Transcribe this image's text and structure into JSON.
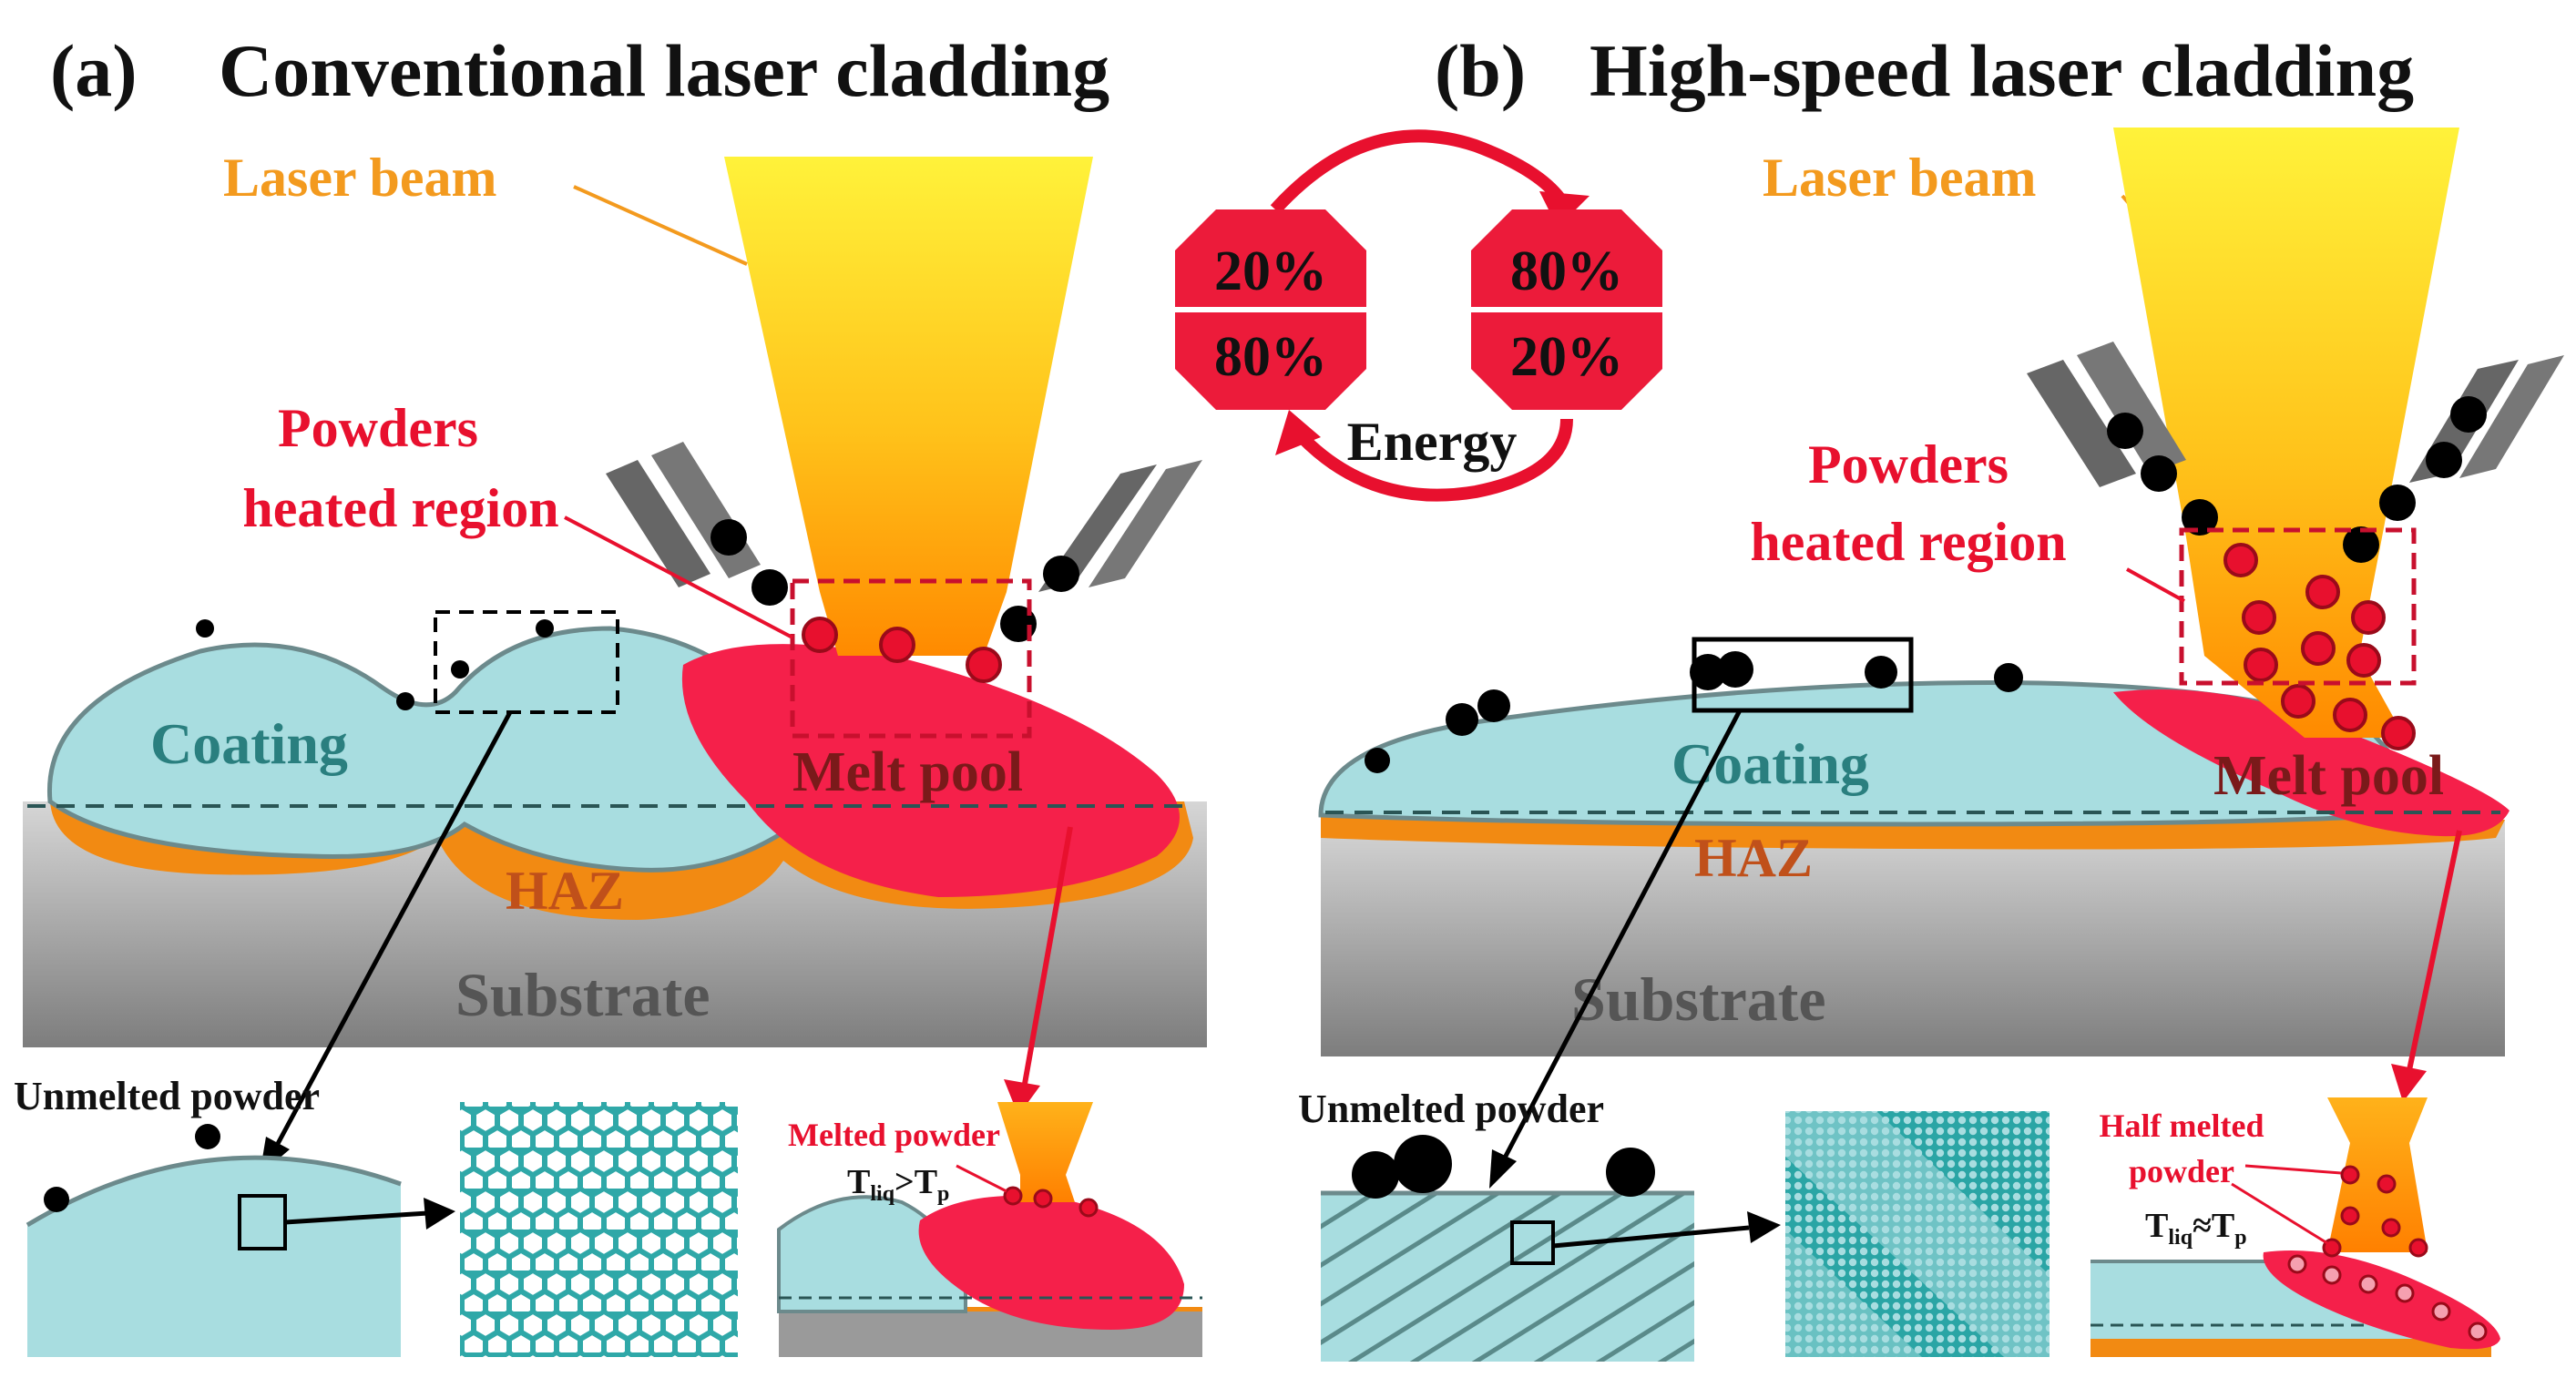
{
  "panel_a": {
    "label": "(a)",
    "title": "Conventional laser cladding",
    "laser_beam": "Laser beam",
    "powders_line1": "Powders",
    "powders_line2": "heated region",
    "coating": "Coating",
    "melt_pool": "Melt pool",
    "haz": "HAZ",
    "substrate": "Substrate",
    "unmelted_powder": "Unmelted powder",
    "melted_powder": "Melted powder",
    "temp_relation": "T",
    "temp_sub1": "liq",
    "temp_op": ">T",
    "temp_sub2": "p"
  },
  "panel_b": {
    "label": "(b)",
    "title": "High-speed laser cladding",
    "laser_beam": "Laser beam",
    "powders_line1": "Powders",
    "powders_line2": "heated region",
    "coating": "Coating",
    "melt_pool": "Melt pool",
    "haz": "HAZ",
    "substrate": "Substrate",
    "unmelted_powder": "Unmelted powder",
    "half_melted_line1": "Half melted",
    "half_melted_line2": "powder",
    "temp_relation": "T",
    "temp_sub1": "liq",
    "temp_op": "≈T",
    "temp_sub2": "p"
  },
  "energy": {
    "label": "Energy",
    "left_top": "20%",
    "left_bottom": "80%",
    "right_top": "80%",
    "right_bottom": "20%"
  },
  "colors": {
    "coating": "#a8dde0",
    "coating_stroke": "#6c8a8c",
    "melt_pool": "#f5204a",
    "haz": "#f28a12",
    "substrate_top": "#dcdcdc",
    "substrate_bottom": "#7a7a7a",
    "title_orange": "#f39a1e",
    "powder_red": "#e8102e",
    "octagon_red": "#ec1b3a"
  }
}
